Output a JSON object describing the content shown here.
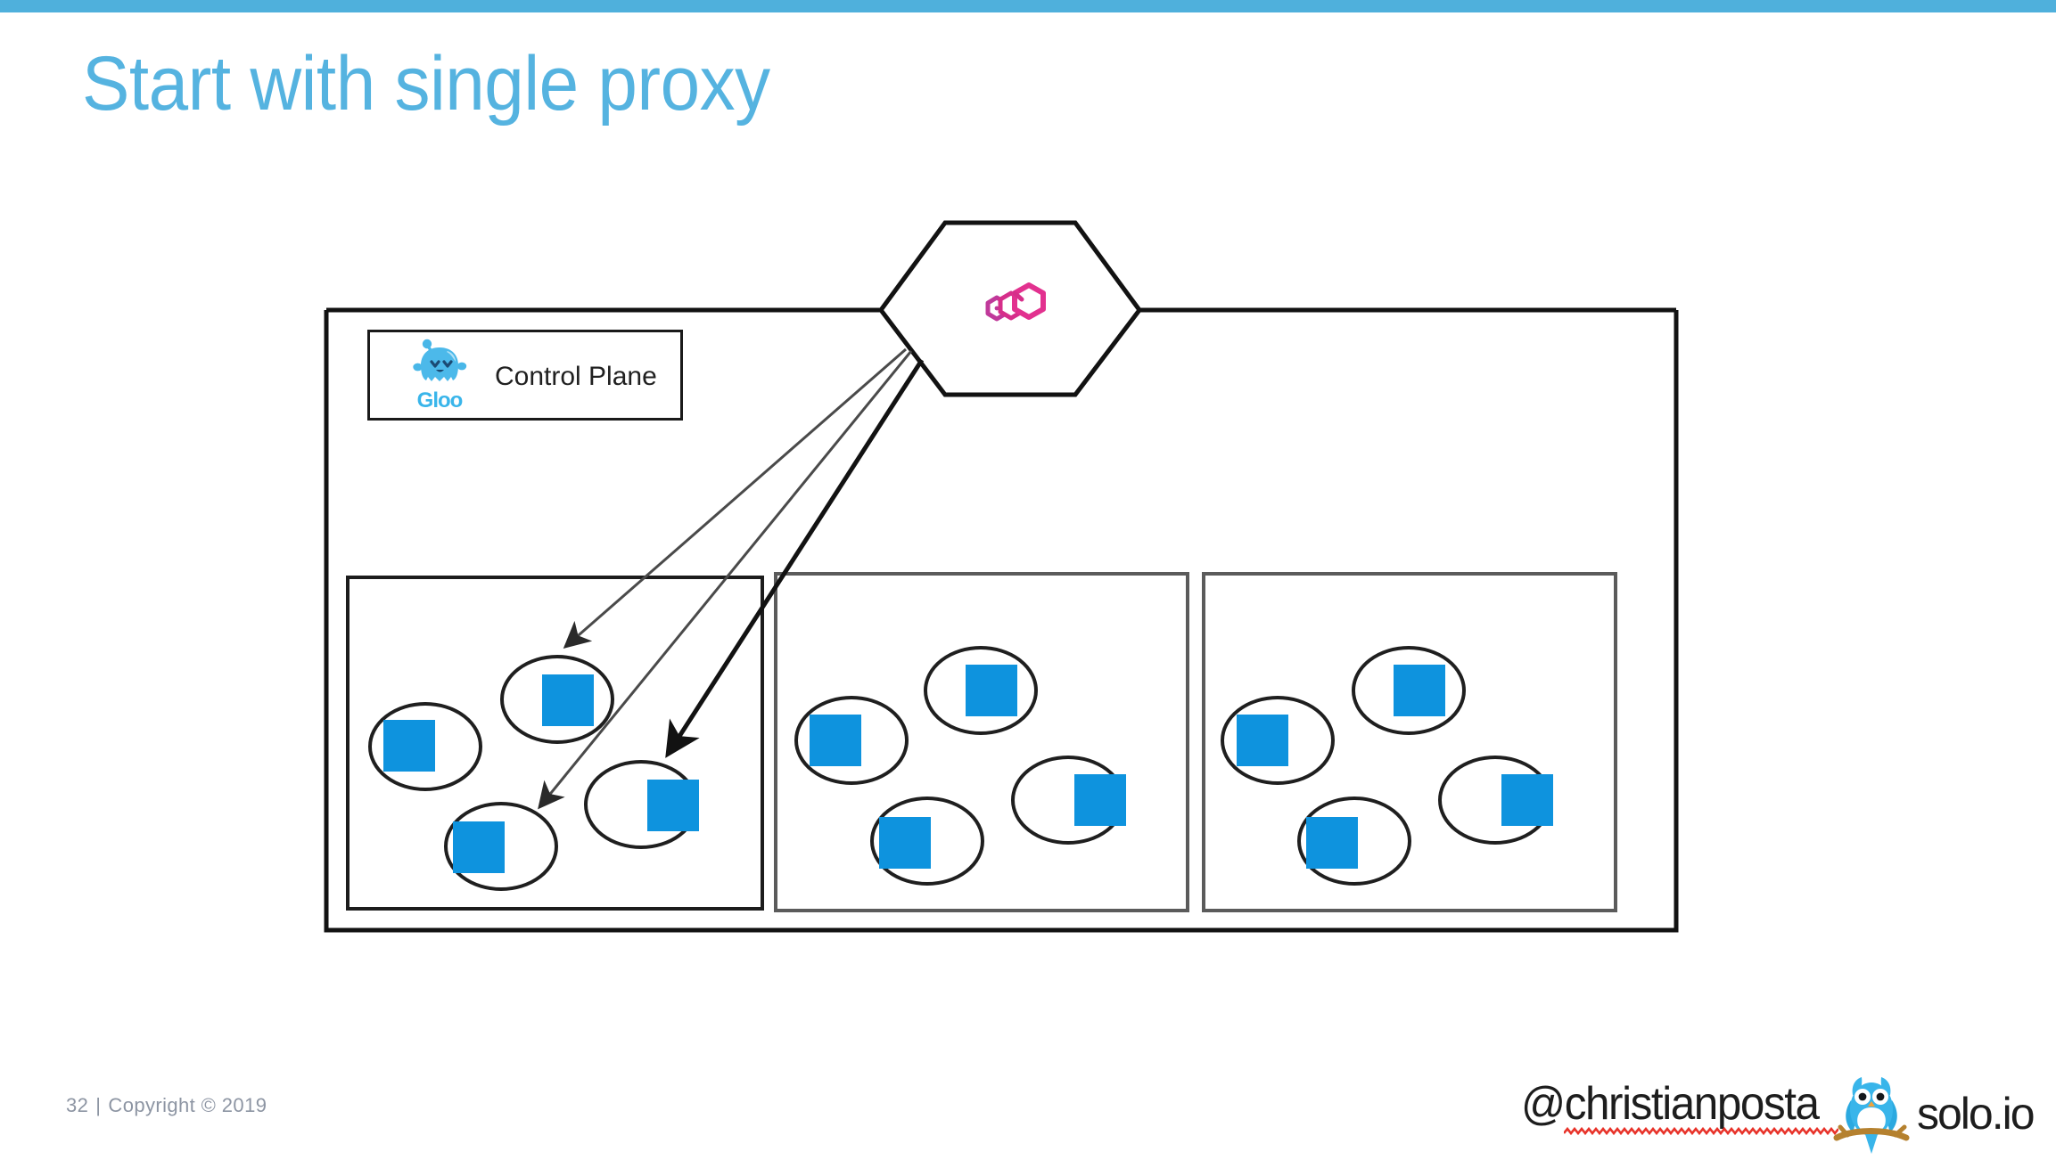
{
  "slide": {
    "title": "Start with single proxy",
    "title_color": "#55B3E0",
    "accent_bar_color": "#4FB0DC",
    "background": "#ffffff"
  },
  "diagram": {
    "outer_container": {
      "name": "deployment-boundary",
      "border_color": "#121212"
    },
    "control_plane": {
      "label": "Control Plane",
      "logo_name": "gloo-mascot-icon",
      "wordmark": "Gloo",
      "wordmark_color": "#39B5EA",
      "border_color": "#121212"
    },
    "proxy": {
      "shape": "hexagon",
      "logo_name": "envoy-hexagon-icon",
      "logo_color": "#D62E8A",
      "border_color": "#121212"
    },
    "node_color": "#0E93DE",
    "ellipse_color": "#1a1a1a",
    "arrow_color": "#2a2a2a",
    "arrow_count": 3,
    "clusters": [
      {
        "name": "cluster-1",
        "pods": [
          {
            "name": "pod-1-1",
            "targeted": false
          },
          {
            "name": "pod-1-2",
            "targeted": true
          },
          {
            "name": "pod-1-3",
            "targeted": true
          },
          {
            "name": "pod-1-4",
            "targeted": true
          }
        ]
      },
      {
        "name": "cluster-2",
        "pods": [
          {
            "name": "pod-2-1",
            "targeted": false
          },
          {
            "name": "pod-2-2",
            "targeted": false
          },
          {
            "name": "pod-2-3",
            "targeted": false
          },
          {
            "name": "pod-2-4",
            "targeted": false
          }
        ]
      },
      {
        "name": "cluster-3",
        "pods": [
          {
            "name": "pod-3-1",
            "targeted": false
          },
          {
            "name": "pod-3-2",
            "targeted": false
          },
          {
            "name": "pod-3-3",
            "targeted": false
          },
          {
            "name": "pod-3-4",
            "targeted": false
          }
        ]
      }
    ]
  },
  "footer": {
    "page_number": "32",
    "separator": "|",
    "copyright": "Copyright © 2019",
    "text_color": "#8D95A3",
    "twitter_handle": "@christianposta",
    "spellcheck_underline_color": "#E8332A",
    "company": "solo.io",
    "company_logo_name": "solo-owl-icon"
  }
}
